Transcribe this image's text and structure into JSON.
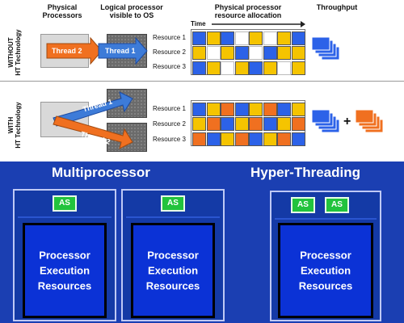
{
  "headers": {
    "physical_processors": [
      "Physical",
      "Processors"
    ],
    "logical_processor": [
      "Logical processor",
      "visible to OS"
    ],
    "resource_allocation": [
      "Physical processor",
      "resource allocation"
    ],
    "throughput": "Throughput",
    "time": "Time"
  },
  "sections": {
    "without": [
      "WITHOUT",
      "HT Technology"
    ],
    "with": [
      "WITH",
      "HT Technology"
    ]
  },
  "threads": {
    "thread1": "Thread 1",
    "thread2": "Thread 2"
  },
  "resources": [
    "Resource 1",
    "Resource 2",
    "Resource 3"
  ],
  "colors": {
    "blue": "#2c62e8",
    "yellow": "#f5c400",
    "orange": "#f07020",
    "empty": "#ffffff",
    "thread1_arrow": "#3d7bd8",
    "thread2_arrow": "#f07020",
    "panel_bg": "#1b3fb2",
    "as_green": "#22c33d"
  },
  "grid_without": [
    [
      "blue",
      "yellow",
      "blue",
      "empty",
      "yellow",
      "empty",
      "yellow",
      "blue"
    ],
    [
      "yellow",
      "empty",
      "yellow",
      "blue",
      "empty",
      "blue",
      "yellow",
      "yellow"
    ],
    [
      "blue",
      "yellow",
      "empty",
      "yellow",
      "blue",
      "yellow",
      "empty",
      "yellow"
    ]
  ],
  "grid_with": [
    [
      "blue",
      "yellow",
      "orange",
      "blue",
      "yellow",
      "orange",
      "blue",
      "yellow"
    ],
    [
      "yellow",
      "orange",
      "blue",
      "yellow",
      "orange",
      "blue",
      "yellow",
      "orange"
    ],
    [
      "orange",
      "blue",
      "yellow",
      "orange",
      "blue",
      "yellow",
      "orange",
      "blue"
    ]
  ],
  "throughput_plus": "+",
  "panel": {
    "multiprocessor_title": "Multiprocessor",
    "hyperthreading_title": "Hyper-Threading",
    "as_label": "AS",
    "exec_lines": [
      "Processor",
      "Execution",
      "Resources"
    ]
  }
}
